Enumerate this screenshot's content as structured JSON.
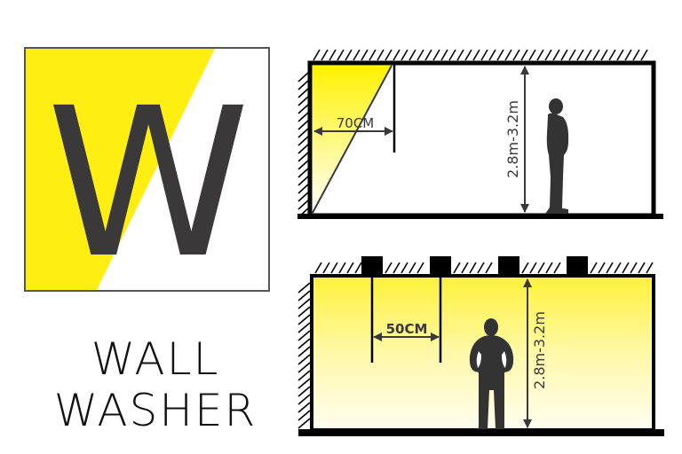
{
  "logo": {
    "letter": "W",
    "accent_color": "#FFEE11",
    "letter_color": "#3A3838"
  },
  "title": {
    "line1": "WALL",
    "line2": "WASHER"
  },
  "diagram_top": {
    "label": "single wall washer cross-section",
    "offset_label": "70CM",
    "height_label": "2.8m-3.2m"
  },
  "diagram_bottom": {
    "label": "multiple wall washers cross-section",
    "spacing_label": "50CM",
    "height_label": "2.8m-3.2m",
    "fixture_count": 4
  },
  "colors": {
    "light_yellow": "#FFF200",
    "line": "#000000",
    "dimension": "#3A3838",
    "person": "#333333"
  }
}
